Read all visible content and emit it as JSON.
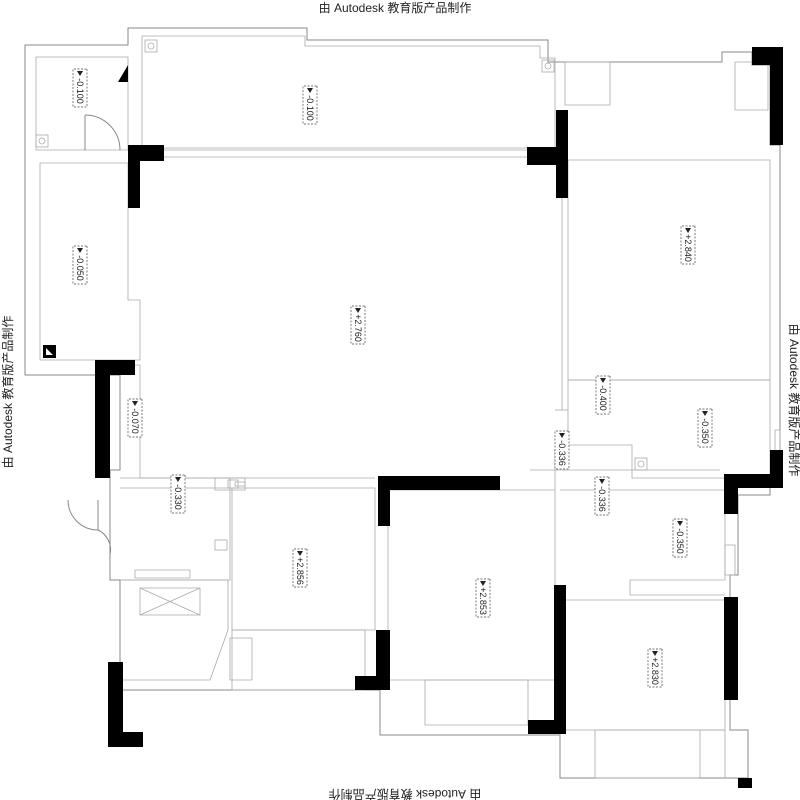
{
  "watermark": {
    "text": "由 Autodesk 教育版产品制作"
  },
  "elevations": [
    {
      "id": "elev-1",
      "label": "-0.100"
    },
    {
      "id": "elev-2",
      "label": "-0.100"
    },
    {
      "id": "elev-3",
      "label": "-0.050"
    },
    {
      "id": "elev-4",
      "label": "+2.760"
    },
    {
      "id": "elev-5",
      "label": "+2.840"
    },
    {
      "id": "elev-6",
      "label": "-0.070"
    },
    {
      "id": "elev-7",
      "label": "-0.400"
    },
    {
      "id": "elev-8",
      "label": "-0.336"
    },
    {
      "id": "elev-9",
      "label": "-0.350"
    },
    {
      "id": "elev-10",
      "label": "-0.330"
    },
    {
      "id": "elev-11",
      "label": "-0.336"
    },
    {
      "id": "elev-12",
      "label": "-0.350"
    },
    {
      "id": "elev-13",
      "label": "+2.856"
    },
    {
      "id": "elev-14",
      "label": "+2.853"
    },
    {
      "id": "elev-15",
      "label": "+2.830"
    }
  ],
  "colors": {
    "wall": "#000000",
    "line": "#888888",
    "background": "#ffffff"
  }
}
